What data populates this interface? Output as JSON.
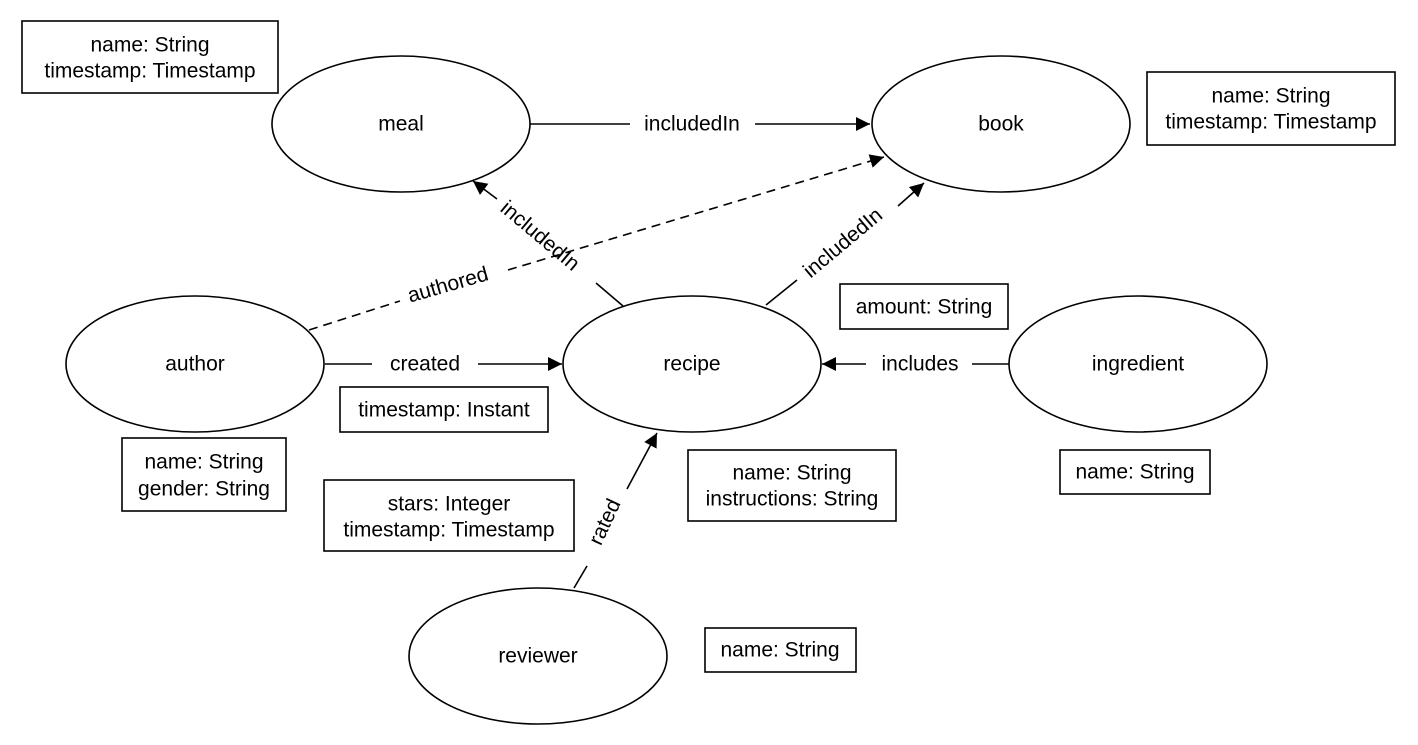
{
  "diagram": {
    "nodes": {
      "meal": {
        "label": "meal"
      },
      "book": {
        "label": "book"
      },
      "author": {
        "label": "author"
      },
      "recipe": {
        "label": "recipe"
      },
      "ingredient": {
        "label": "ingredient"
      },
      "reviewer": {
        "label": "reviewer"
      }
    },
    "edges": {
      "meal_book": {
        "label": "includedIn",
        "from": "meal",
        "to": "book",
        "style": "solid"
      },
      "recipe_meal": {
        "label": "includedIn",
        "from": "recipe",
        "to": "meal",
        "style": "solid"
      },
      "recipe_book": {
        "label": "includedIn",
        "from": "recipe",
        "to": "book",
        "style": "solid"
      },
      "author_book": {
        "label": "authored",
        "from": "author",
        "to": "book",
        "style": "dashed"
      },
      "author_recipe": {
        "label": "created",
        "from": "author",
        "to": "recipe",
        "style": "solid"
      },
      "ingredient_recipe": {
        "label": "includes",
        "from": "ingredient",
        "to": "recipe",
        "style": "solid"
      },
      "reviewer_recipe": {
        "label": "rated",
        "from": "reviewer",
        "to": "recipe",
        "style": "solid"
      }
    },
    "properties": {
      "meal": [
        "name: String",
        "timestamp: Timestamp"
      ],
      "book": [
        "name: String",
        "timestamp: Timestamp"
      ],
      "author": [
        "name: String",
        "gender: String"
      ],
      "created": [
        "timestamp: Instant"
      ],
      "recipe": [
        "name: String",
        "instructions: String"
      ],
      "includes": [
        "amount: String"
      ],
      "ingredient": [
        "name: String"
      ],
      "rated": [
        "stars: Integer",
        "timestamp: Timestamp"
      ],
      "reviewer": [
        "name: String"
      ]
    }
  }
}
